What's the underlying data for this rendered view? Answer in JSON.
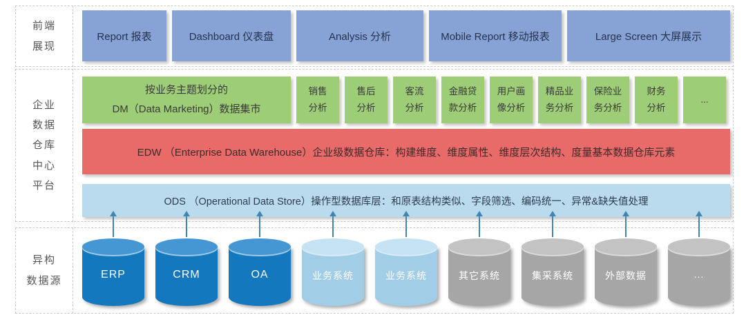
{
  "sections": {
    "frontend": {
      "label": "前端\n展现",
      "items": [
        "Report 报表",
        "Dashboard 仪表盘",
        "Analysis 分析",
        "Mobile Report 移动报表",
        "Large Screen 大屏展示"
      ]
    },
    "warehouse": {
      "label": "企业\n数据\n仓库\n中心\n平台",
      "dm_main": "按业务主题划分的\nDM（Data Marketing）数据集市",
      "dm_items": [
        "销售\n分析",
        "售后\n分析",
        "客流\n分析",
        "金融贷\n款分析",
        "用户画\n像分析",
        "精品业\n务分析",
        "保险业\n务分析",
        "财务\n分析",
        "..."
      ],
      "edw_text": "EDW （Enterprise Data Warehouse）企业级数据仓库：构建维度、维度属性、维度层次结构、度量基本数据仓库元素",
      "ods_text": "ODS （Operational Data Store）操作型数据库层：和原表结构类似、字段筛选、编码统一、异常&缺失值处理"
    },
    "datasources": {
      "label": "异构\n数据源",
      "cylinders": [
        {
          "label": "ERP",
          "color": "blue"
        },
        {
          "label": "CRM",
          "color": "blue"
        },
        {
          "label": "OA",
          "color": "blue"
        },
        {
          "label": "业务系统",
          "color": "lightblue"
        },
        {
          "label": "业务系统",
          "color": "lightblue"
        },
        {
          "label": "其它系统",
          "color": "gray"
        },
        {
          "label": "集采系统",
          "color": "gray"
        },
        {
          "label": "外部数据",
          "color": "gray"
        },
        {
          "label": "...",
          "color": "gray"
        }
      ]
    }
  },
  "colors": {
    "frontend_box": "#87a3d6",
    "dm_green": "#9ecd77",
    "edw_red": "#e96b69",
    "ods_blue": "#badaee",
    "cylinder_blue": "#1478bf",
    "cylinder_lightblue": "#a2cde7",
    "cylinder_gray": "#a6a6a6",
    "arrow": "#4285af",
    "dashed_border": "#c9c9c9"
  }
}
